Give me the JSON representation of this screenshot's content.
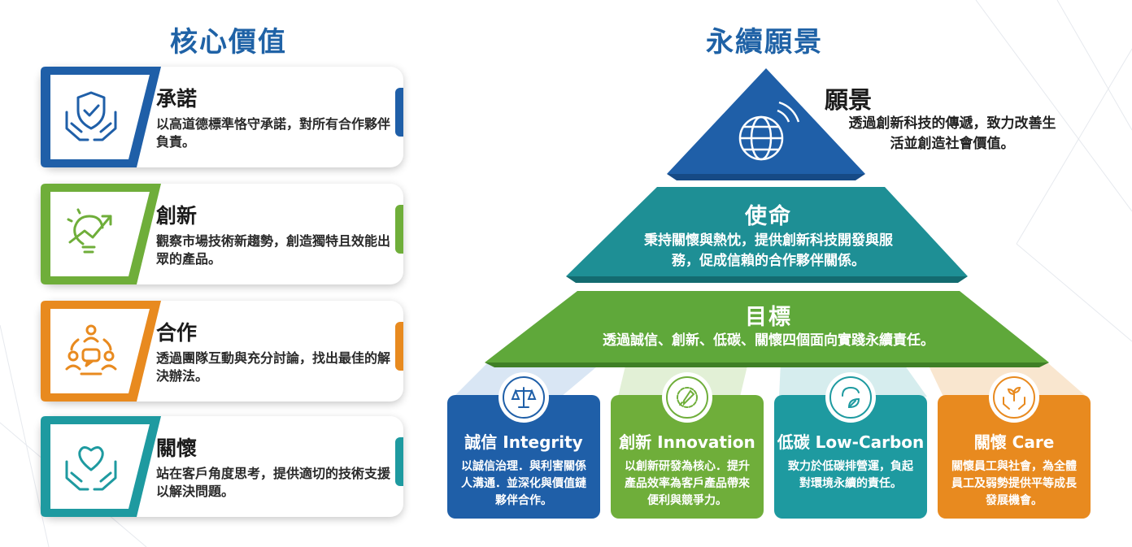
{
  "core_values": {
    "title": "核心價值",
    "items": [
      {
        "name": "承諾",
        "desc": "以高道德標準恪守承諾，對所有合作夥伴負責。",
        "color": "#1f5fa8",
        "icon": "shield-hands-icon"
      },
      {
        "name": "創新",
        "desc": "觀察市場技術新趨勢，創造獨特且效能出眾的產品。",
        "color": "#6fae3a",
        "icon": "lightbulb-growth-icon"
      },
      {
        "name": "合作",
        "desc": "透過團隊互動與充分討論，找出最佳的解決辦法。",
        "color": "#e88a1f",
        "icon": "team-discussion-icon"
      },
      {
        "name": "關懷",
        "desc": "站在客戶角度思考，提供適切的技術支援以解決問題。",
        "color": "#1e9aa0",
        "icon": "heart-hands-icon"
      }
    ]
  },
  "vision_pyramid": {
    "title": "永續願景",
    "vision": {
      "title": "願景",
      "desc": "透過創新科技的傳遞，致力改善生活並創造社會價值。",
      "icon": "globe-signal-icon",
      "color": "#1f5fa8"
    },
    "mission": {
      "title": "使命",
      "desc_lines": [
        "秉持關懷與熱忱，提供創新科技開發與服",
        "務，促成信賴的合作夥伴關係。"
      ],
      "color": "#1e8f95"
    },
    "goal": {
      "title": "目標",
      "desc": "透過誠信、創新、低碳、關懷四個面向實踐永續責任。",
      "color": "#5fa83a"
    },
    "pillars": [
      {
        "title": "誠信 Integrity",
        "desc": "以誠信治理．與利害關係人溝通．並深化與價值鏈夥伴合作。",
        "color": "#1f5fa8",
        "icon": "scales-icon"
      },
      {
        "title": "創新 Innovation",
        "desc": "以創新研發為核心．提升產品效率為客戶產品帶來便利與競爭力。",
        "color": "#6fae3a",
        "icon": "rocket-gear-icon"
      },
      {
        "title": "低碳 Low-Carbon",
        "desc": "致力於低碳排營運，負起對環境永續的責任。",
        "color": "#1e9aa0",
        "icon": "co2-leaf-icon"
      },
      {
        "title": "關懷 Care",
        "desc": "關懷員工與社會，為全體員工及弱勢提供平等成長發展機會。",
        "color": "#e88a1f",
        "icon": "plant-hands-icon"
      }
    ]
  }
}
